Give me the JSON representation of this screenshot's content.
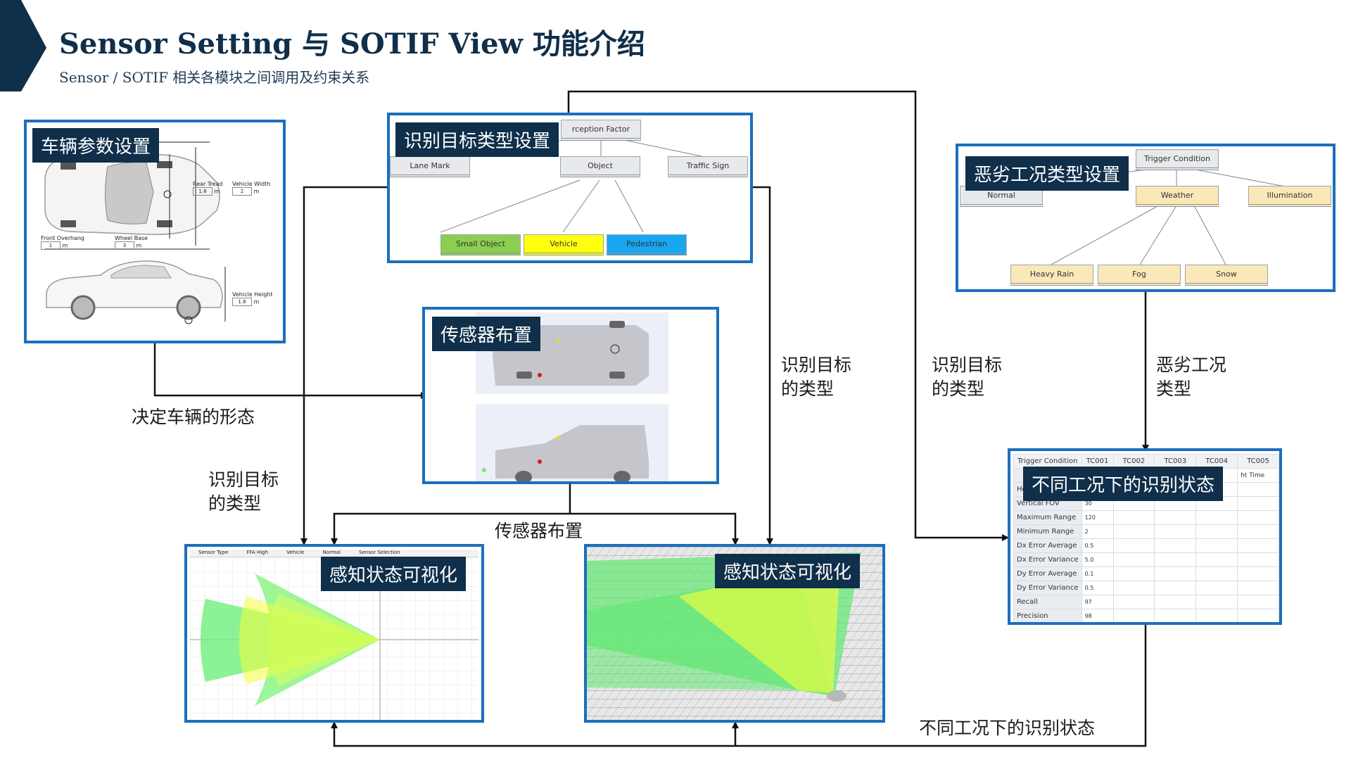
{
  "header": {
    "title": "Sensor Setting 与 SOTIF View 功能介绍",
    "subtitle": "Sensor / SOTIF 相关各模块之间调用及约束关系"
  },
  "panels": {
    "vehicle": {
      "label": "车辆参数设置",
      "fields": {
        "rear_tread": {
          "name": "Rear Tread",
          "value": "1.8",
          "unit": "m"
        },
        "vehicle_width": {
          "name": "Vehicle Width",
          "value": "2",
          "unit": "m"
        },
        "front_overhang": {
          "name": "Front Overhang",
          "value": "1",
          "unit": "m"
        },
        "wheel_base": {
          "name": "Wheel Base",
          "value": "3",
          "unit": "m"
        },
        "vehicle_height": {
          "name": "Vehicle Height",
          "value": "1.8",
          "unit": "m"
        }
      }
    },
    "target_types": {
      "label": "识别目标类型设置",
      "nodes": {
        "perception": "rception Factor",
        "lane_mark": "Lane Mark",
        "object": "Object",
        "traffic_sign": "Traffic Sign",
        "small_object": "Small Object",
        "vehicle": "Vehicle",
        "pedestrian": "Pedestrian"
      }
    },
    "conditions": {
      "label": "恶劣工况类型设置",
      "nodes": {
        "trigger": "Trigger Condition",
        "normal": "Normal",
        "weather": "Weather",
        "illumination": "Illumination",
        "heavy_rain": "Heavy Rain",
        "fog": "Fog",
        "snow": "Snow"
      }
    },
    "sensor_layout": {
      "label": "传感器布置"
    },
    "vis2d": {
      "label": "感知状态可视化",
      "toolbar": [
        "Sensor Type",
        "FFA High",
        "Vehicle",
        "Normal",
        "Sensor Selection"
      ]
    },
    "vis3d": {
      "label": "感知状态可视化"
    },
    "status": {
      "label": "不同工况下的识别状态",
      "header": [
        "Trigger Condition",
        "TC001",
        "TC002",
        "TC003",
        "TC004",
        "TC005"
      ],
      "header_extra": "ht Time",
      "rows": [
        {
          "name": "Ho",
          "value": ""
        },
        {
          "name": "Vertical FOV",
          "value": "30"
        },
        {
          "name": "Maximum Range",
          "value": "120"
        },
        {
          "name": "Minimum Range",
          "value": "2"
        },
        {
          "name": "Dx Error Average",
          "value": "0.5"
        },
        {
          "name": "Dx Error Variance",
          "value": "5.0"
        },
        {
          "name": "Dy Error Average",
          "value": "0.1"
        },
        {
          "name": "Dy Error Variance",
          "value": "0.5"
        },
        {
          "name": "Recall",
          "value": "97"
        },
        {
          "name": "Precision",
          "value": "98"
        }
      ]
    }
  },
  "annotations": {
    "vehicle_shape": "决定车辆的形态",
    "target_type_left": "识别目标\n的类型",
    "sensor_layout": "传感器布置",
    "target_type_mid": "识别目标\n的类型",
    "target_type_right": "识别目标\n的类型",
    "condition_type": "恶劣工况\n类型",
    "status_bottom": "不同工况下的识别状态"
  },
  "colors": {
    "panel_border": "#1b6fbd",
    "label_bg": "#0f2f4a",
    "title": "#0f2f4a"
  }
}
